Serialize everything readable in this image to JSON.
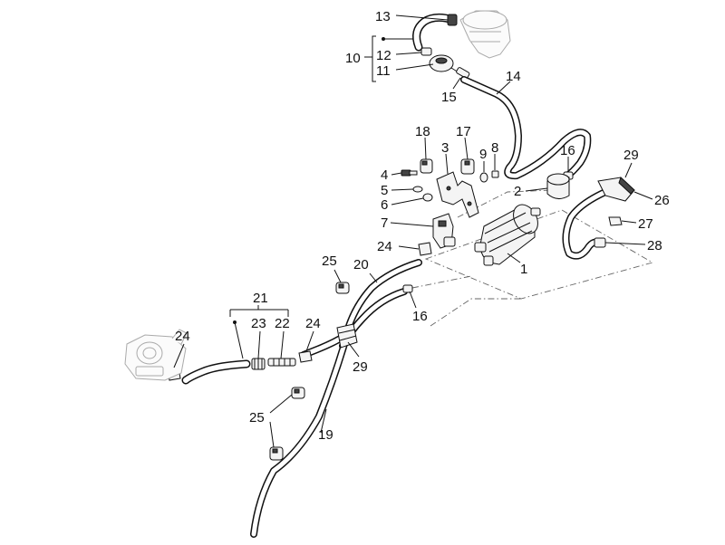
{
  "diagram": {
    "callouts": [
      {
        "id": "c13",
        "text": "13"
      },
      {
        "id": "c12",
        "text": "12"
      },
      {
        "id": "c10",
        "text": "10"
      },
      {
        "id": "c11",
        "text": "11"
      },
      {
        "id": "c14",
        "text": "14"
      },
      {
        "id": "c15",
        "text": "15"
      },
      {
        "id": "c18",
        "text": "18"
      },
      {
        "id": "c17",
        "text": "17"
      },
      {
        "id": "c3",
        "text": "3"
      },
      {
        "id": "c9",
        "text": "9"
      },
      {
        "id": "c8",
        "text": "8"
      },
      {
        "id": "c16a",
        "text": "16"
      },
      {
        "id": "c29a",
        "text": "29"
      },
      {
        "id": "c4",
        "text": "4"
      },
      {
        "id": "c5",
        "text": "5"
      },
      {
        "id": "c6",
        "text": "6"
      },
      {
        "id": "c2",
        "text": "2"
      },
      {
        "id": "c26",
        "text": "26"
      },
      {
        "id": "c27",
        "text": "27"
      },
      {
        "id": "c7",
        "text": "7"
      },
      {
        "id": "c28",
        "text": "28"
      },
      {
        "id": "c24a",
        "text": "24"
      },
      {
        "id": "c1",
        "text": "1"
      },
      {
        "id": "c25a",
        "text": "25"
      },
      {
        "id": "c20",
        "text": "20"
      },
      {
        "id": "c21",
        "text": "21"
      },
      {
        "id": "c16b",
        "text": "16"
      },
      {
        "id": "c23",
        "text": "23"
      },
      {
        "id": "c22",
        "text": "22"
      },
      {
        "id": "c24b",
        "text": "24"
      },
      {
        "id": "c24c",
        "text": "24"
      },
      {
        "id": "c29b",
        "text": "29"
      },
      {
        "id": "c25b",
        "text": "25"
      },
      {
        "id": "c19",
        "text": "19"
      }
    ]
  }
}
